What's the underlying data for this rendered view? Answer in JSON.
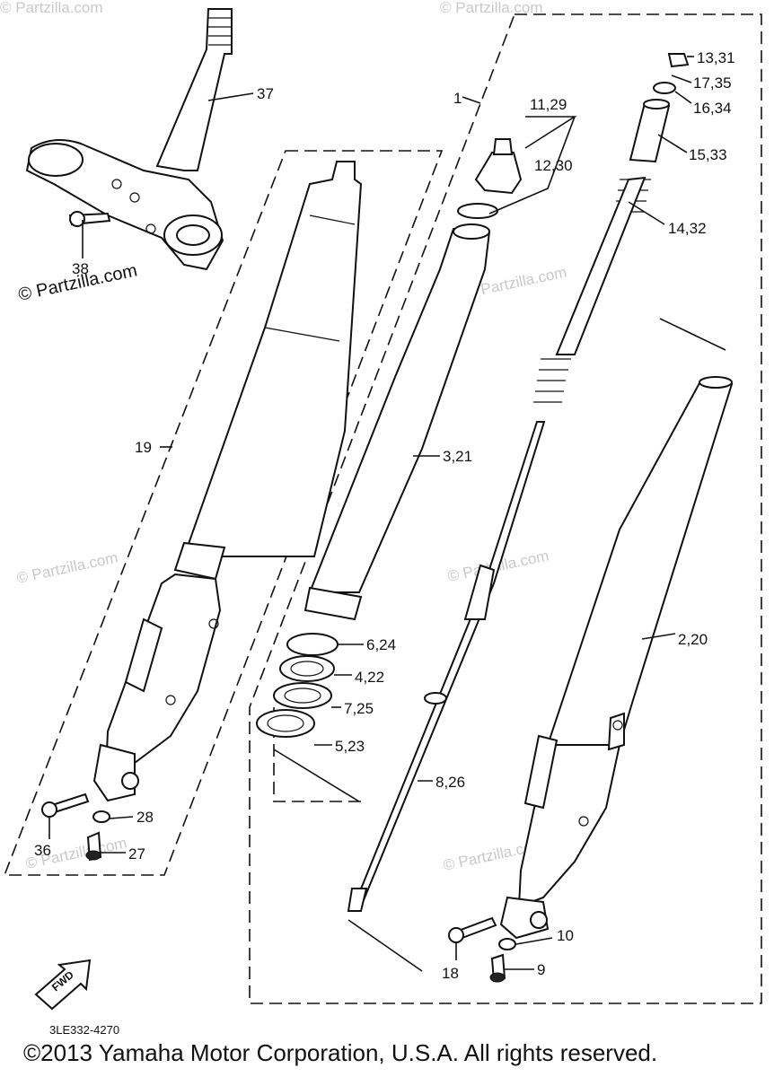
{
  "watermarks": [
    "© Partzilla.com",
    "© Partzilla.com",
    "© Partzilla.com",
    "© Partzilla.com",
    "© Partzilla.com",
    "© Partzilla.com",
    "© Partzilla.com",
    "© Partzilla.com"
  ],
  "callouts": {
    "p1": "1",
    "p2": "2,20",
    "p3": "3,21",
    "p4": "4,22",
    "p5": "5,23",
    "p6": "6,24",
    "p7": "7,25",
    "p8": "8,26",
    "p9": "9",
    "p10": "10",
    "p11": "11,29",
    "p12": "12,30",
    "p13": "13,31",
    "p14": "14,32",
    "p15": "15,33",
    "p16": "16,34",
    "p17": "17,35",
    "p18": "18",
    "p19": "19",
    "p27": "27",
    "p28": "28",
    "p36": "36",
    "p37": "37",
    "p38": "38"
  },
  "fwd_label": "FWD",
  "diagram_code": "3LE332-4270",
  "copyright": "©2013 Yamaha Motor Corporation, U.S.A. All rights reserved."
}
